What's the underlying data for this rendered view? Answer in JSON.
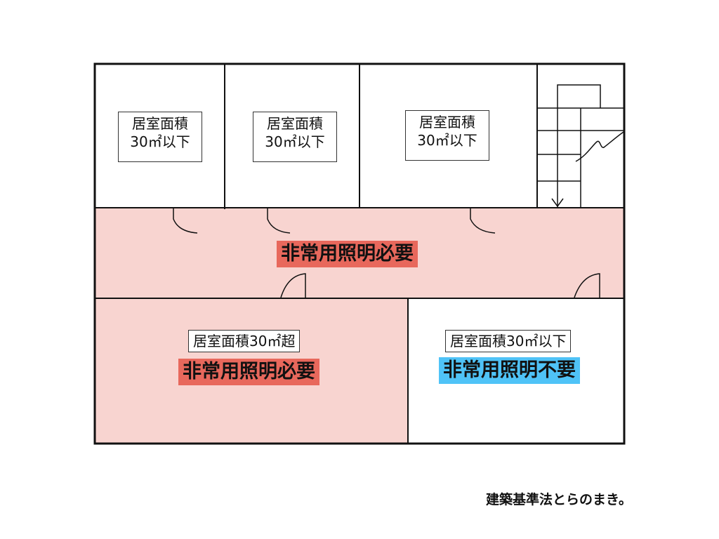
{
  "colors": {
    "needed": "#f8d4d0",
    "needed_badge": "#e8685c",
    "not_needed_badge": "#4fc3f7",
    "wall": "#111111"
  },
  "rooms": [
    {
      "line1": "居室面積",
      "line2": "30㎡以下"
    },
    {
      "line1": "居室面積",
      "line2": "30㎡以下"
    },
    {
      "line1": "居室面積",
      "line2": "30㎡以下"
    }
  ],
  "corridor": {
    "badge": "非常用照明必要"
  },
  "large_room": {
    "label": "居室面積30㎡超",
    "badge": "非常用照明必要"
  },
  "small_room": {
    "label": "居室面積30㎡以下",
    "badge": "非常用照明不要"
  },
  "credit": "建築基準法とらのまき。"
}
